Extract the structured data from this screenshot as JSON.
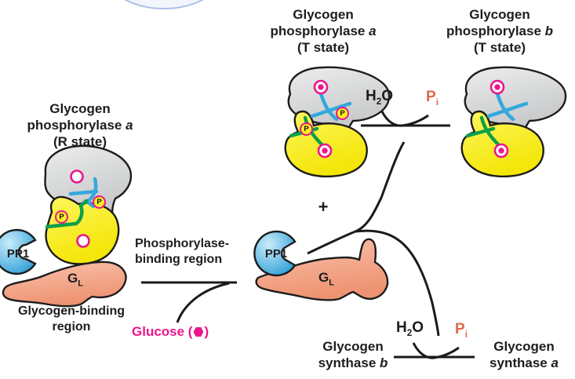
{
  "titles": {
    "left": {
      "l1": "Glycogen",
      "l2": "phosphorylase ",
      "l2i": "a",
      "l3": "(R state)"
    },
    "mid": {
      "l1": "Glycogen",
      "l2": "phosphorylase ",
      "l2i": "a",
      "l3": "(T state)"
    },
    "right": {
      "l1": "Glycogen",
      "l2": "phosphorylase ",
      "l2i": "b",
      "l3": "(T state)"
    }
  },
  "complex": {
    "pp1": "PP1",
    "gl_main": "G",
    "gl_sub": "L",
    "p_label": "P"
  },
  "regions": {
    "glyb_l1": "Glycogen-binding",
    "glyb_l2": "region",
    "phosb_l1": "Phosphorylase-",
    "phosb_l2": "binding region"
  },
  "molecules": {
    "glucose_pre": "Glucose (",
    "glucose_post": ")",
    "plus": "+",
    "h2o_h": "H",
    "h2o_sub": "2",
    "h2o_o": "O",
    "pi_p": "P",
    "pi_sub": "i"
  },
  "synthase": {
    "b_l1": "Glycogen",
    "b_l2": "synthase ",
    "b_l2i": "b",
    "a_l1": "Glycogen",
    "a_l2": "synthase ",
    "a_l2i": "a"
  },
  "colors": {
    "magenta": "#ec168c",
    "pi_salmon": "#dd6a4c",
    "tail_blue": "#33a8dd",
    "tail_green": "#0ca04a",
    "arrow": "#1a1a1a"
  }
}
